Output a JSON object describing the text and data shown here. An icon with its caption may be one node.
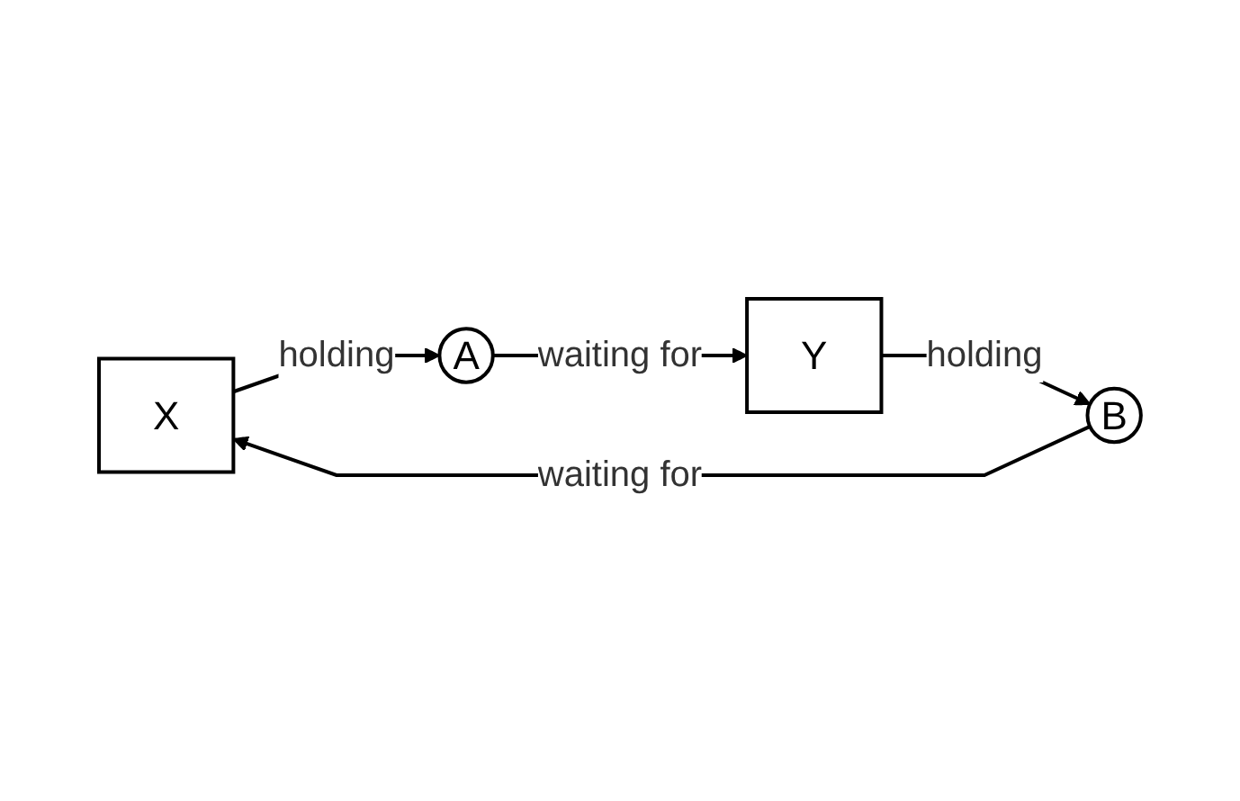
{
  "diagram": {
    "nodes": [
      {
        "text": [
          "X"
        ]
      },
      {
        "text": [
          "A"
        ]
      },
      {
        "text": [
          "B"
        ]
      },
      {
        "text": [
          "Y"
        ]
      }
    ],
    "edges": [
      {
        "from": 0,
        "to": 1,
        "arrow": "to",
        "label": "holding"
      },
      {
        "from": 1,
        "to": 3,
        "arrow": "to",
        "label": "waiting for"
      },
      {
        "from": 3,
        "to": 2,
        "arrow": "to",
        "label": "holding"
      },
      {
        "from": 2,
        "to": 0,
        "arrow": "to",
        "label": "waiting for"
      }
    ]
  }
}
